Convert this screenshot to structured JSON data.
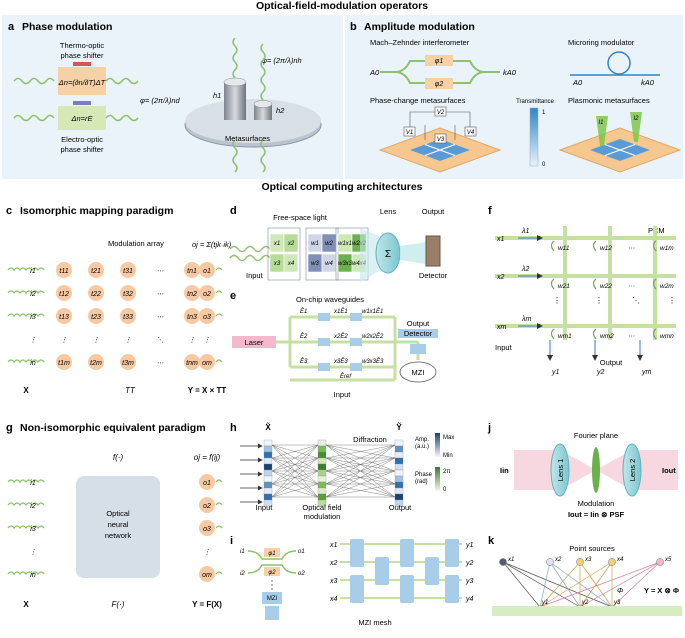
{
  "title": "Optical-field-modulation operators",
  "subtitle": "Optical computing architectures",
  "a": {
    "letter": "a",
    "heading": "Phase modulation",
    "thermo_label_1": "Thermo-optic",
    "thermo_label_2": "phase shifter",
    "thermo_formula": "Δn=(∂n/∂T)ΔT",
    "electro_formula": "Δn=rE",
    "electro_label_1": "Electro-optic",
    "electro_label_2": "phase shifter",
    "phase_formula_1": "φ= (2π/λ)nd",
    "phase_formula_2": "φ= (2π/λ)nh",
    "h1": "h1",
    "h2": "h2",
    "metasurfaces": "Metasurfaces"
  },
  "b": {
    "letter": "b",
    "heading": "Amplitude modulation",
    "mzi": "Mach–Zehnder interferometer",
    "a0": "A0",
    "ka0": "kA0",
    "phi1": "φ1",
    "phi2": "φ2",
    "microring": "Microring modulator",
    "pcm": "Phase-change metasurfaces",
    "v_labels": [
      "V1",
      "V2",
      "V3",
      "V4"
    ],
    "transmittance": "Transmittance",
    "t_max": "1",
    "t_min": "0",
    "plasmonic": "Plasmonic metasurfaces",
    "plasmonic_labels": [
      "I1",
      "I2"
    ]
  },
  "c": {
    "letter": "c",
    "heading": "Isomorphic mapping paradigm",
    "modulation_array": "Modulation array",
    "formula": "oj = Σ(tjk·ik)",
    "inputs": [
      "i1",
      "i2",
      "i3",
      "⋮",
      "in"
    ],
    "matrix": [
      [
        "t11",
        "t21",
        "t31",
        "⋯",
        "tn1"
      ],
      [
        "t12",
        "t22",
        "t32",
        "⋯",
        "tn2"
      ],
      [
        "t13",
        "t23",
        "t33",
        "⋯",
        "tn3"
      ],
      [
        "⋮",
        "⋮",
        "⋮",
        "⋱",
        "⋮"
      ],
      [
        "t1m",
        "t2m",
        "t3m",
        "⋯",
        "tnm"
      ]
    ],
    "outputs": [
      "o1",
      "o2",
      "o3",
      "⋮",
      "om"
    ],
    "x": "X",
    "tt": "TT",
    "y_eq": "Y = X × TT"
  },
  "d": {
    "letter": "d",
    "free_space": "Free-space light",
    "lens": "Lens",
    "output": "Output",
    "input": "Input",
    "detector": "Detector",
    "sigma": "Σ",
    "x_cells": [
      "x1",
      "x2",
      "x3",
      "x4"
    ],
    "w_cells": [
      "w1",
      "w2",
      "w3",
      "w4"
    ],
    "wx_cells": [
      "w1x1",
      "w2x2",
      "w3x3",
      "w4x4"
    ]
  },
  "e": {
    "letter": "e",
    "on_chip": "On-chip waveguides",
    "laser": "Laser",
    "output": "Output",
    "detector": "Detector",
    "mzi": "MZI",
    "input": "Input",
    "e_labels": [
      "Ē1",
      "Ē2",
      "Ē3"
    ],
    "mid_labels": [
      "x1Ē1",
      "x2Ē2",
      "x3Ē3"
    ],
    "right_labels": [
      "w1x1Ē1",
      "w2x2Ē2",
      "w3x3Ē3"
    ],
    "eref": "Ēref"
  },
  "f": {
    "letter": "f",
    "pcm": "PCM",
    "x_labels": [
      "x1",
      "x2",
      "xm"
    ],
    "lambda_labels": [
      "λ1",
      "λ2",
      "λm"
    ],
    "row1": [
      "w11",
      "w12",
      "⋯",
      "w1m"
    ],
    "row2": [
      "w21",
      "w22",
      "⋯",
      "w2m"
    ],
    "row3": [
      "wm1",
      "wm2",
      "⋯",
      "wmn"
    ],
    "dots": [
      "⋮",
      "⋮",
      "⋱",
      "⋮"
    ],
    "input": "Input",
    "output": "Output",
    "y_labels": [
      "y1",
      "y2",
      "ym"
    ]
  },
  "g": {
    "letter": "g",
    "heading": "Non-isomorphic equivalent paradigm",
    "f_top": "f(·)",
    "oj": "oj = f(ij)",
    "box_1": "Optical",
    "box_2": "neural",
    "box_3": "network",
    "inputs": [
      "i1",
      "i2",
      "i3",
      "⋮",
      "in"
    ],
    "outputs": [
      "o1",
      "o2",
      "o3",
      "⋮",
      "om"
    ],
    "x": "X",
    "f_bottom": "F(·)",
    "y_eq": "Y = F(X)"
  },
  "h": {
    "letter": "h",
    "x_hat": "X̃",
    "y_hat": "Ỹ",
    "diffraction": "Diffraction",
    "amp_1": "Amp.",
    "amp_2": "(a.u.)",
    "max": "Max",
    "min": "Min",
    "phase_1": "Phase",
    "phase_2": "(rad)",
    "two_pi": "2π",
    "zero": "0",
    "input": "Input",
    "ofm_1": "Optical field",
    "ofm_2": "modulation",
    "output": "Output"
  },
  "i": {
    "letter": "i",
    "i_labels": [
      "i1",
      "i2"
    ],
    "o_labels": [
      "o1",
      "o2"
    ],
    "phi1": "φ1",
    "phi2": "φ2",
    "mzi": "MZI",
    "x_labels": [
      "x1",
      "x2",
      "x3",
      "x4"
    ],
    "y_labels": [
      "y1",
      "y2",
      "y3",
      "y4"
    ],
    "mesh": "MZI mesh"
  },
  "j": {
    "letter": "j",
    "fourier": "Fourier plane",
    "lens1": "Lens 1",
    "lens2": "Lens 2",
    "iin": "Iin",
    "iout": "Iout",
    "modulation": "Modulation",
    "eq": "Iout = Iin ⊗ PSF"
  },
  "k": {
    "letter": "k",
    "point_sources": "Point sources",
    "x_labels": [
      "x1",
      "x2",
      "x3",
      "x4",
      "x5"
    ],
    "phi": "Φ",
    "eq": "Y = X ⊗ Φ",
    "y_labels": [
      "y1",
      "y2",
      "y3"
    ]
  }
}
